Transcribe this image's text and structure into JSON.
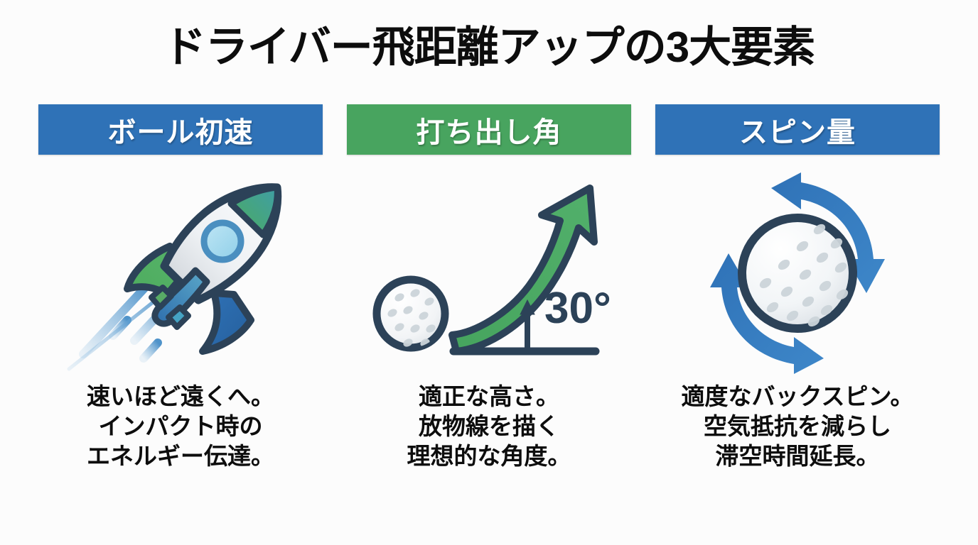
{
  "page": {
    "title": "ドライバー飛距離アップの3大要素",
    "background_color": "#fcfcfc",
    "text_color": "#0d0d0d"
  },
  "theme": {
    "blue": "#2f72b7",
    "green": "#48a45f",
    "navy_outline": "#2c4258",
    "light_blue": "#5b9bd0",
    "ball_light": "#ffffff",
    "ball_shadow": "#d8dde2"
  },
  "columns": [
    {
      "id": "ball-speed",
      "header": {
        "label": "ボール初速",
        "color": "#2f72b7"
      },
      "icon": "rocket-icon",
      "caption": {
        "lines": [
          "速いほど遠くへ。",
          "インパクト時の",
          "エネルギー伝達。"
        ]
      }
    },
    {
      "id": "launch-angle",
      "header": {
        "label": "打ち出し角",
        "color": "#48a45f"
      },
      "icon": "launch-angle-icon",
      "angle_label": "30°",
      "caption": {
        "lines": [
          "適正な高さ。",
          "放物線を描く",
          "理想的な角度。"
        ]
      }
    },
    {
      "id": "spin-rate",
      "header": {
        "label": "スピン量",
        "color": "#2f72b7"
      },
      "icon": "spinning-ball-icon",
      "caption": {
        "lines": [
          "適度なバックスピン。",
          "空気抵抗を減らし",
          "滞空時間延長。"
        ]
      }
    }
  ]
}
